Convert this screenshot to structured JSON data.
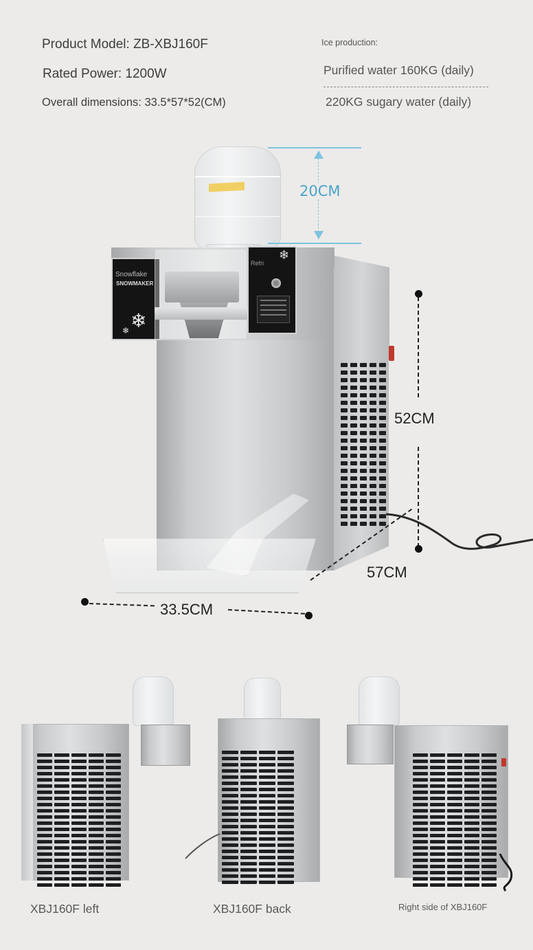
{
  "specs": {
    "model": "Product Model: ZB-XBJ160F",
    "power": "Rated Power: 1200W",
    "dimensions": "Overall dimensions: 33.5*57*52(CM)"
  },
  "ice_production": {
    "label": "Ice production:",
    "purified": "Purified water 160KG (daily)",
    "sugary": "220KG sugary water (daily)"
  },
  "main_machine": {
    "brand_line1": "Snowflake",
    "brand_line2": "SNOWMAKER",
    "panel_text": "Refri",
    "dimensions": {
      "bottle_height": "20CM",
      "height": "52CM",
      "depth": "57CM",
      "width": "33.5CM"
    },
    "colors": {
      "accent_blue": "#4aa3c9",
      "dimension_line": "#222222",
      "switch_red": "#c0392b"
    }
  },
  "views": [
    {
      "caption": "XBJ160F left"
    },
    {
      "caption": "XBJ160F back"
    },
    {
      "caption": "Right side of XBJ160F"
    }
  ]
}
